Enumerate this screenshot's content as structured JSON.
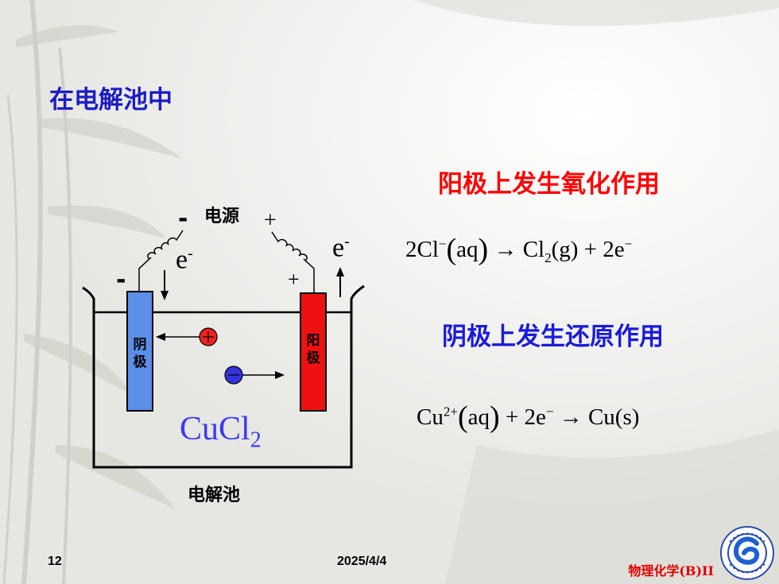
{
  "slide": {
    "title": "在电解池中",
    "anode_heading": "阳极上发生氧化作用",
    "cathode_heading": "阴极上发生还原作用",
    "anode_eq": {
      "lhs_coef": "2Cl",
      "lhs_sup": "−",
      "state1": "aq",
      "arrow": "→",
      "prod": "Cl",
      "prod_sub": "2",
      "prod_state": "(g)",
      "plus": "+",
      "e_coef": "2e",
      "e_sup": "−"
    },
    "cathode_eq": {
      "ion": "Cu",
      "ion_sup": "2+",
      "state1": "aq",
      "plus": "+",
      "e_coef": "2e",
      "e_sup": "−",
      "arrow": "→",
      "prod": "Cu(s)"
    }
  },
  "diagram": {
    "power_label": "电源",
    "minus": "-",
    "plus": "+",
    "electron": "e",
    "electron_sup": "-",
    "cathode_label": "阴极",
    "anode_label": "阳极",
    "solution": "CuCl",
    "solution_sub": "2",
    "cell_label": "电解池",
    "colors": {
      "cathode": "#5b8ee6",
      "anode": "#ee1111",
      "cation": "#ee2222",
      "anion": "#3333dd"
    }
  },
  "footer": {
    "page_number": "12",
    "date": "2025/4/4",
    "course": "物理化学(B)II"
  }
}
